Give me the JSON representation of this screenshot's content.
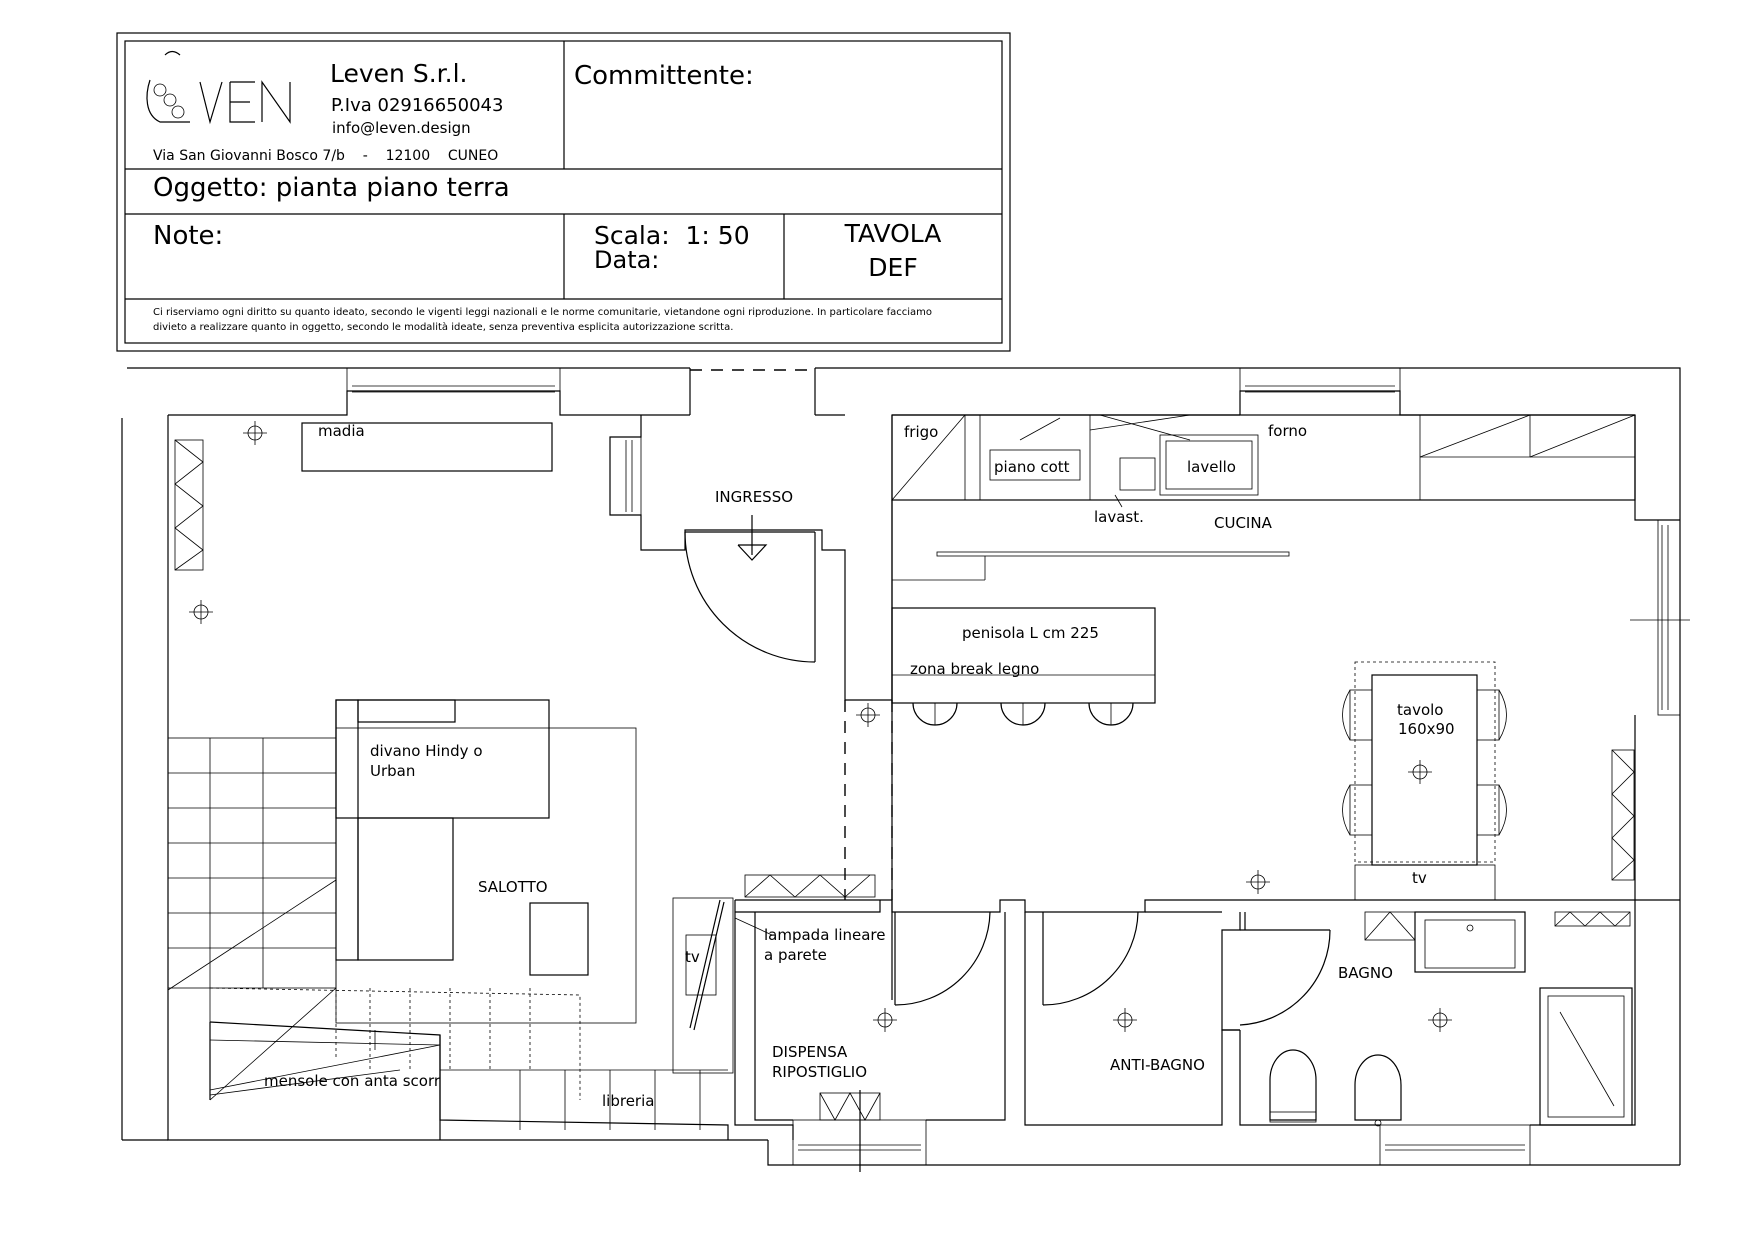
{
  "title_block": {
    "company": "Leven S.r.l.",
    "vat": "P.Iva 02916650043",
    "email": "info@leven.design",
    "address": "Via San Giovanni Bosco 7/b    -    12100    CUNEO",
    "logo_text": "LEVEN",
    "client_label": "Committente:",
    "subject": "Oggetto: pianta piano terra",
    "notes_label": "Note:",
    "scale_label": "Scala:  1: 50",
    "date_label": "Data:",
    "sheet_label": "TAVOLA",
    "sheet_id": "DEF",
    "disclaimer_line1": "Ci riserviamo ogni diritto su quanto ideato, secondo le vigenti leggi nazionali e le norme comunitarie, vietandone ogni riproduzione. In particolare facciamo",
    "disclaimer_line2": "divieto a realizzare quanto in oggetto, secondo le modalità ideate, senza preventiva esplicita autorizzazione scritta."
  },
  "labels": {
    "madia": "madia",
    "ingresso": "INGRESSO",
    "frigo": "frigo",
    "piano_cott": "piano cott",
    "lavello": "lavello",
    "forno": "forno",
    "lavast": "lavast.",
    "cucina": "CUCINA",
    "penisola": "penisola L cm 225",
    "zona_break": "zona break legno",
    "tavolo": "tavolo",
    "tavolo_dim": "160x90",
    "divano_1": "divano Hindy o",
    "divano_2": "Urban",
    "salotto": "SALOTTO",
    "tv_living": "tv",
    "tv_kitchen": "tv",
    "lampada_1": "lampada lineare",
    "lampada_2": "a parete",
    "bagno": "BAGNO",
    "dispensa": "DISPENSA",
    "ripostiglio": "RIPOSTIGLIO",
    "antibagno": "ANTI-BAGNO",
    "mensole": "mensole con anta scorr",
    "libreria": "libreria"
  },
  "icons": {
    "ceiling_light": "crosshair-circle-icon",
    "radiator": "zigzag-radiator-icon",
    "door": "door-swing-icon",
    "window": "window-icon"
  }
}
